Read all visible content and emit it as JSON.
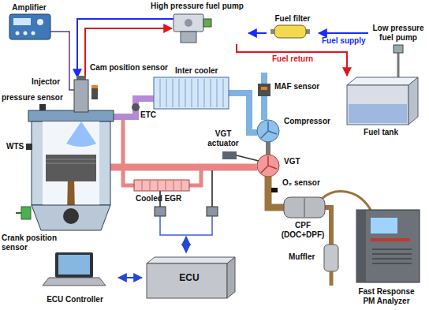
{
  "diagram": {
    "nodes": [
      {
        "text": [
          "Amplifier"
        ]
      },
      {
        "text": [
          "High pressure fuel pump"
        ]
      },
      {
        "text": [
          "Fuel filter"
        ]
      },
      {
        "text": [
          "Low pressure fuel pump"
        ]
      },
      {
        "text": [
          "Fuel tank"
        ]
      },
      {
        "text": [
          "ECU Controller"
        ]
      },
      {
        "text": [
          "ECU"
        ]
      },
      {
        "text": [
          "Fast Response PM Analyzer"
        ]
      }
    ],
    "edges": [
      {
        "from": 3,
        "to": 2,
        "arrow": "to",
        "label": "Fuel supply"
      },
      {
        "from": 2,
        "to": 1,
        "arrow": "to"
      },
      {
        "from": 1,
        "to": 4,
        "arrow": "to",
        "label": "Fuel return"
      },
      {
        "from": 6,
        "to": 5,
        "arrow": "both"
      }
    ],
    "labels": [
      "Cam position sensor",
      "Injector",
      "Inter cooler",
      "MAF sensor",
      "Compressor",
      "ETC",
      "pressure sensor",
      "VGT actuator",
      "Cooled EGR",
      "WTS",
      "VGT",
      "O₂ sensor",
      "CPF (DOC+DPF)",
      "Muffler",
      "Crank position sensor"
    ]
  }
}
